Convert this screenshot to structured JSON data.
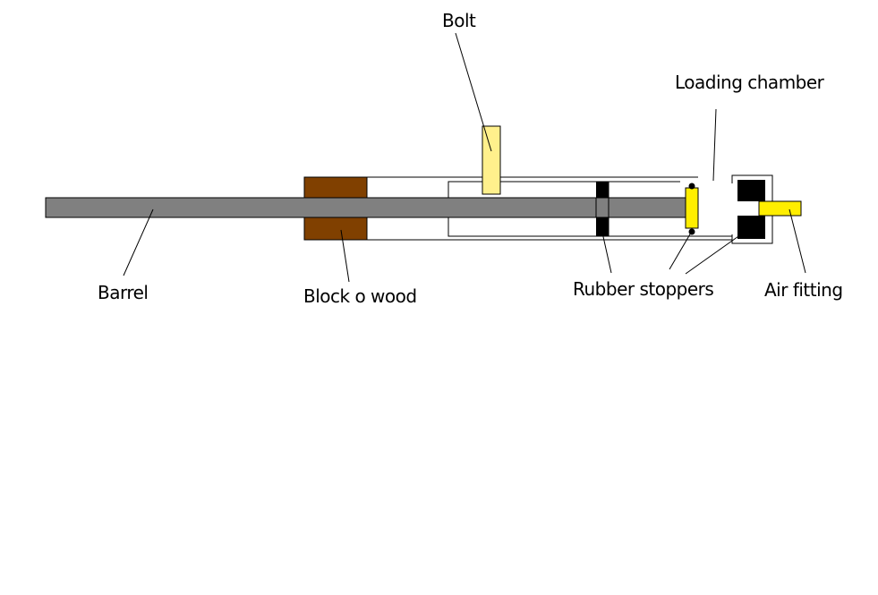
{
  "labels": {
    "bolt": "Bolt",
    "loading_chamber": "Loading chamber",
    "barrel": "Barrel",
    "block_o_wood": "Block o wood",
    "rubber_stoppers": "Rubber stoppers",
    "air_fitting": "Air fitting"
  },
  "colors": {
    "barrel": "#808080",
    "wood": "#804000",
    "bolt_handle": "#fff08c",
    "valve": "#ffee00",
    "air_fitting": "#ffee00",
    "stopper": "#000000",
    "outline": "#000000",
    "background": "#ffffff"
  }
}
